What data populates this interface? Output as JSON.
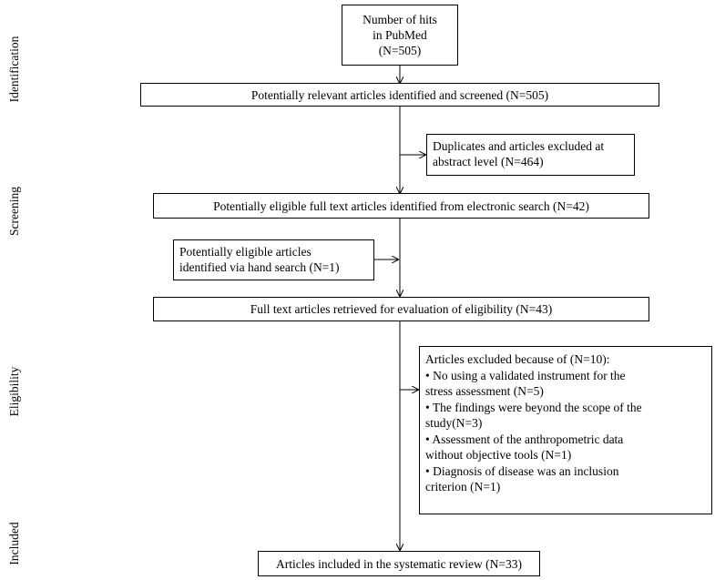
{
  "stages": {
    "identification": "Identification",
    "screening": "Screening",
    "eligibility": "Eligibility",
    "included": "Included"
  },
  "boxes": {
    "pubmed_hits": [
      "Number of hits",
      "in PubMed",
      "(N=505)"
    ],
    "identified_screened": "Potentially relevant articles identified and screened (N=505)",
    "duplicates_excluded": [
      "Duplicates and articles excluded at",
      "abstract level (N=464)"
    ],
    "eligible_electronic": "Potentially eligible full text articles identified from electronic search (N=42)",
    "hand_search": [
      "Potentially eligible articles",
      "identified via hand search (N=1)"
    ],
    "retrieved": "Full text articles retrieved for evaluation of eligibility (N=43)",
    "excluded_reasons": {
      "heading": "Articles excluded because of  (N=10):",
      "lines": [
        "• No using  a validated  instrument for the",
        "stress assessment (N=5)",
        "• The findings were beyond the scope of the",
        "study(N=3)",
        "• Assessment of the anthropometric data",
        "without objective tools  (N=1)",
        "•  Diagnosis of disease was an inclusion",
        "criterion (N=1)"
      ]
    },
    "included_review": "Articles included in the systematic review (N=33)"
  }
}
